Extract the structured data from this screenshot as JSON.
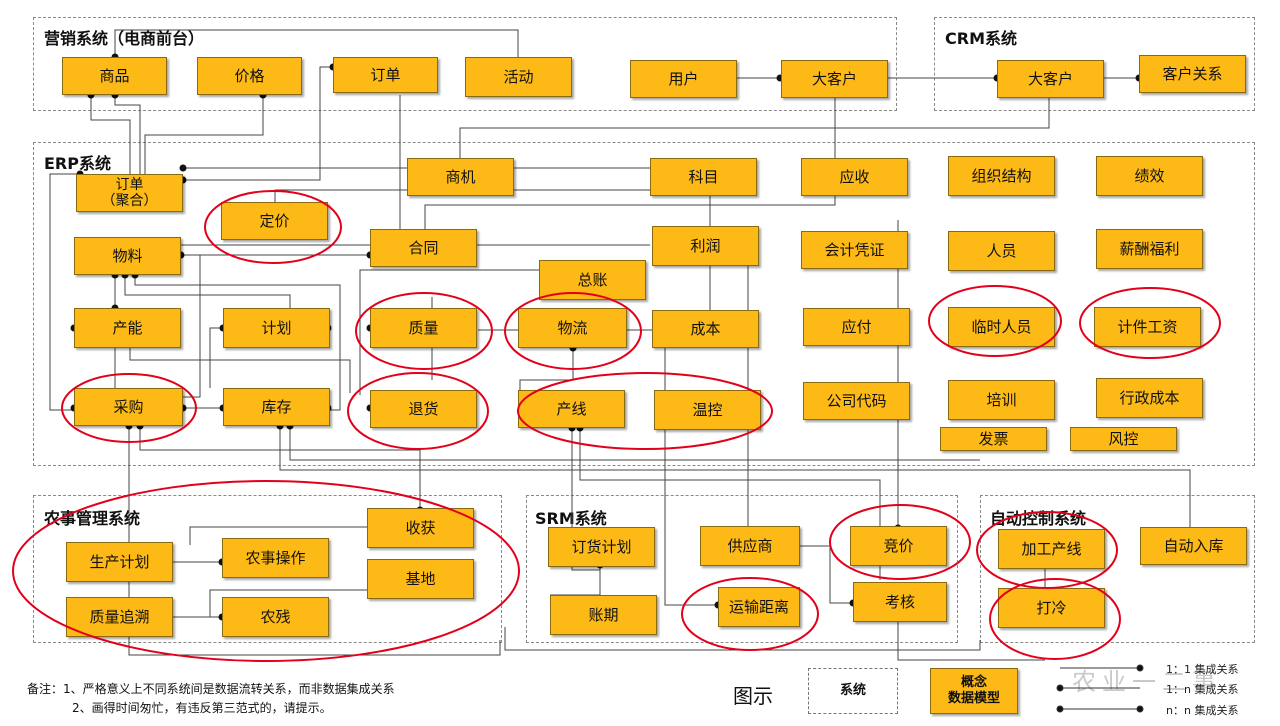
{
  "systems": {
    "marketing": "营销系统（电商前台）",
    "crm": "CRM系统",
    "erp": "ERP系统",
    "agri": "农事管理系统",
    "srm": "SRM系统",
    "auto": "自动控制系统"
  },
  "entities": {
    "m_goods": "商品",
    "m_price": "价格",
    "m_order": "订单",
    "m_activity": "活动",
    "m_user": "用户",
    "m_bigcust": "大客户",
    "c_bigcust": "大客户",
    "c_custrel": "客户关系",
    "e_order": "订单\n（聚合）",
    "e_pricing": "定价",
    "e_material": "物料",
    "e_capacity": "产能",
    "e_plan": "计划",
    "e_purchase": "采购",
    "e_inventory": "库存",
    "e_opportunity": "商机",
    "e_contract": "合同",
    "e_quality": "质量",
    "e_return": "退货",
    "e_ledger": "总账",
    "e_logistics": "物流",
    "e_line": "产线",
    "e_temp": "温控",
    "e_subject": "科目",
    "e_profit": "利润",
    "e_cost": "成本",
    "e_receivable": "应收",
    "e_voucher": "会计凭证",
    "e_payable": "应付",
    "e_company": "公司代码",
    "e_org": "组织结构",
    "e_staff": "人员",
    "e_temp_staff": "临时人员",
    "e_training": "培训",
    "e_invoice": "发票",
    "e_perf": "绩效",
    "e_salary": "薪酬福利",
    "e_piecewage": "计件工资",
    "e_admin_cost": "行政成本",
    "e_risk": "风控",
    "a_prodplan": "生产计划",
    "a_farmop": "农事操作",
    "a_harvest": "收获",
    "a_base": "基地",
    "a_trace": "质量追溯",
    "a_residue": "农残",
    "s_orderplan": "订货计划",
    "s_term": "账期",
    "s_supplier": "供应商",
    "s_distance": "运输距离",
    "s_bidding": "竞价",
    "s_assess": "考核",
    "x_procline": "加工产线",
    "x_cold": "打冷",
    "x_autostore": "自动入库"
  },
  "notes": {
    "line1": "备注：1、严格意义上不同系统间是数据流转关系，而非数据集成关系",
    "line2": "2、画得时间匆忙，有违反第三范式的，请提示。"
  },
  "legend": {
    "title": "图示",
    "system_box": "系统",
    "entity_box": "概念\n数据模型",
    "rel_11": "1：1 集成关系",
    "rel_1n": "1：n 集成关系",
    "rel_nn": "n：n 集成关系"
  },
  "watermark": "农业一二事",
  "colors": {
    "entity_fill": "#fdb915",
    "highlight": "#e2001a",
    "line": "#333333"
  }
}
